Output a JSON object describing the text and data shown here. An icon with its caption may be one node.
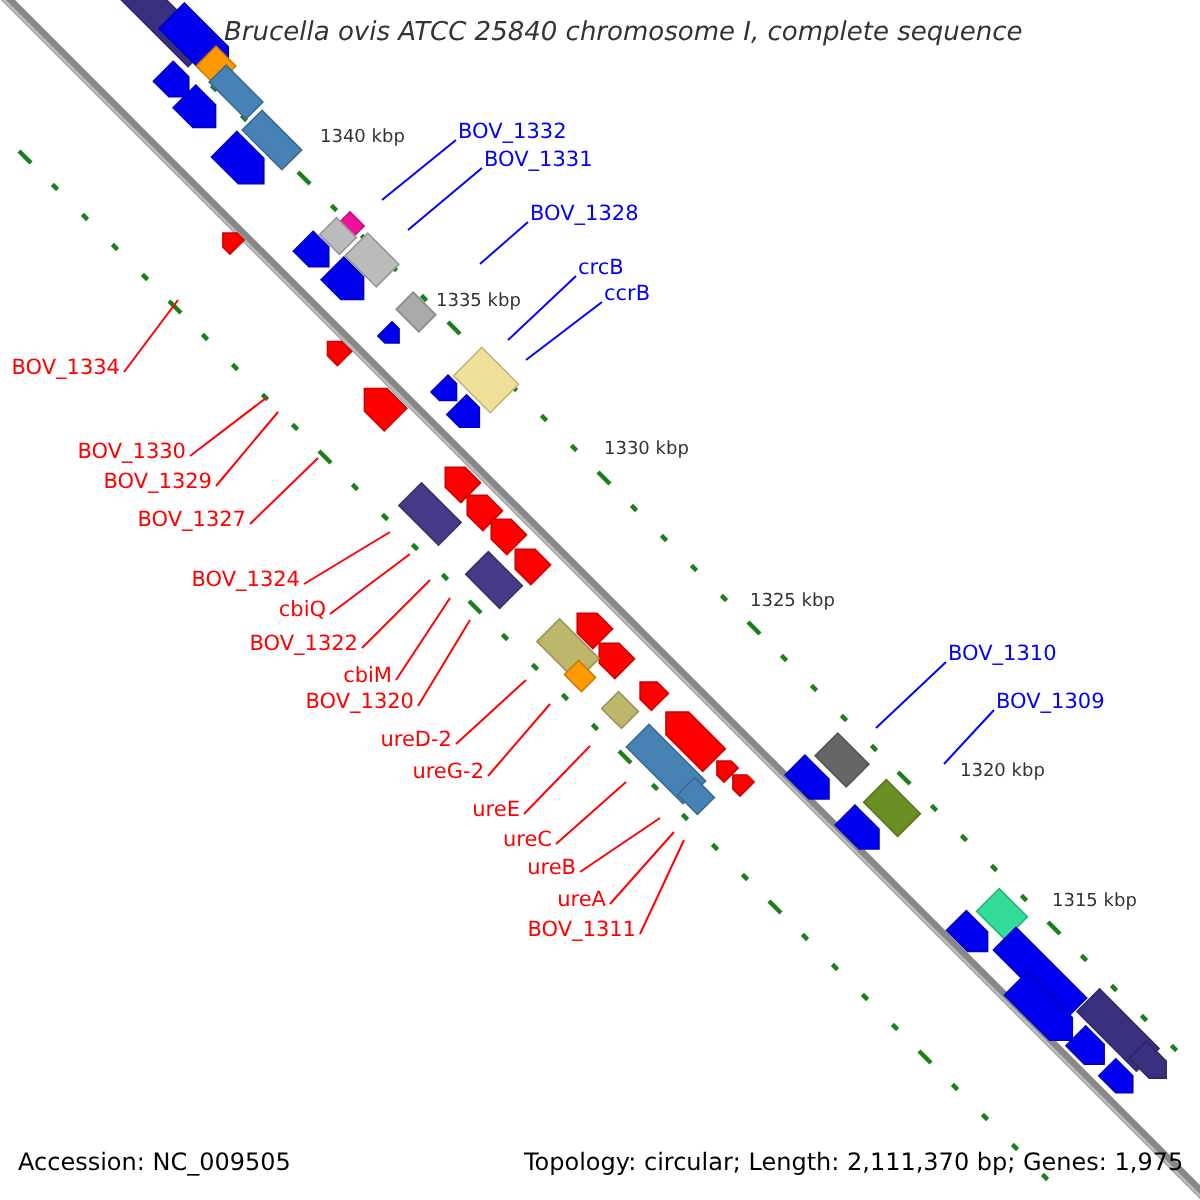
{
  "diagram": {
    "title": "Brucella ovis ATCC 25840 chromosome I, complete sequence",
    "nodes": [
      {
        "text": [
          "BOV_1332"
        ]
      },
      {
        "text": [
          "BOV_1331"
        ]
      },
      {
        "text": [
          "BOV_1328"
        ]
      },
      {
        "text": [
          "crcB"
        ]
      },
      {
        "text": [
          "ccrB"
        ]
      },
      {
        "text": [
          "BOV_1334"
        ]
      },
      {
        "text": [
          "BOV_1330"
        ]
      },
      {
        "text": [
          "BOV_1329"
        ]
      },
      {
        "text": [
          "BOV_1327"
        ]
      },
      {
        "text": [
          "BOV_1324"
        ]
      },
      {
        "text": [
          "cbiQ"
        ]
      },
      {
        "text": [
          "BOV_1322"
        ]
      },
      {
        "text": [
          "BOV_1310"
        ]
      },
      {
        "text": [
          "cbiM"
        ]
      },
      {
        "text": [
          "BOV_1320"
        ]
      },
      {
        "text": [
          "BOV_1309"
        ]
      },
      {
        "text": [
          "ureD-2"
        ]
      },
      {
        "text": [
          "ureG-2"
        ]
      },
      {
        "text": [
          "ureE"
        ]
      },
      {
        "text": [
          "ureC"
        ]
      },
      {
        "text": [
          "ureB"
        ]
      },
      {
        "text": [
          "ureA"
        ]
      },
      {
        "text": [
          "BOV_1311"
        ]
      }
    ],
    "edges": [
      {
        "from": 0,
        "to": null,
        "arrow": "none",
        "color": "#0000ff"
      },
      {
        "from": 1,
        "to": null,
        "arrow": "none",
        "color": "#0000ff"
      },
      {
        "from": 2,
        "to": null,
        "arrow": "none",
        "color": "#0000ff"
      },
      {
        "from": 3,
        "to": null,
        "arrow": "none",
        "color": "#0000ff"
      },
      {
        "from": 4,
        "to": null,
        "arrow": "none",
        "color": "#0000ff"
      },
      {
        "from": 5,
        "to": null,
        "arrow": "none"
      },
      {
        "from": 6,
        "to": null,
        "arrow": "none"
      },
      {
        "from": 7,
        "to": null,
        "arrow": "none"
      },
      {
        "from": 8,
        "to": null,
        "arrow": "none"
      },
      {
        "from": 9,
        "to": null,
        "arrow": "none"
      },
      {
        "from": 10,
        "to": null,
        "arrow": "none"
      },
      {
        "from": 11,
        "to": null,
        "arrow": "none"
      },
      {
        "from": 12,
        "to": null,
        "arrow": "none",
        "color": "#0000ff"
      },
      {
        "from": 13,
        "to": null,
        "arrow": "none"
      },
      {
        "from": 14,
        "to": null,
        "arrow": "none"
      },
      {
        "from": 15,
        "to": null,
        "arrow": "none",
        "color": "#0000ff"
      },
      {
        "from": 16,
        "to": null,
        "arrow": "none"
      },
      {
        "from": 17,
        "to": null,
        "arrow": "none"
      },
      {
        "from": 18,
        "to": null,
        "arrow": "none"
      },
      {
        "from": 19,
        "to": null,
        "arrow": "none"
      },
      {
        "from": 20,
        "to": null,
        "arrow": "none"
      },
      {
        "from": 21,
        "to": null,
        "arrow": "none"
      },
      {
        "from": 22,
        "to": null,
        "arrow": "none"
      }
    ],
    "labels": [
      "1340 kbp",
      "1335 kbp",
      "1330 kbp",
      "1325 kbp",
      "1320 kbp",
      "1315 kbp",
      "Accession: NC_009505",
      "Topology: circular; Length: 2,111,370 bp; Genes: 1,975"
    ]
  }
}
